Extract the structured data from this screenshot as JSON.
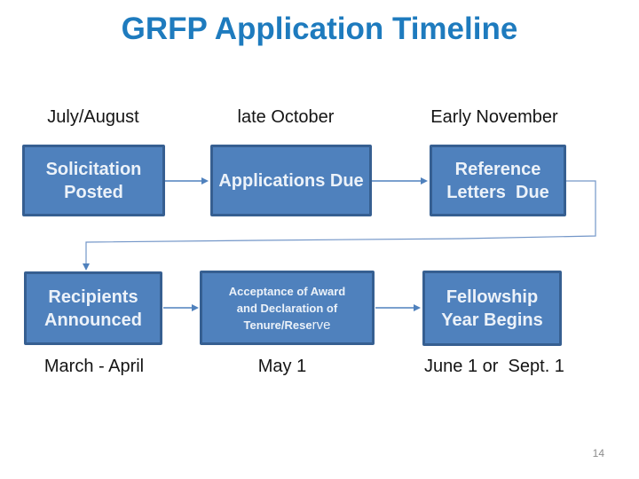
{
  "slide": {
    "title": "GRFP Application Timeline",
    "page_number": "14"
  },
  "colors": {
    "title_text": "#1E7BBE",
    "box_fill": "#4F81BD",
    "box_border": "#365F91",
    "box_text": "#ECF2F9",
    "label_text": "#141414",
    "connector_arrow": "#4F81BD",
    "connector_long": "#7396C8",
    "page_number_text": "#8C8C8C",
    "background": "#FFFFFF"
  },
  "timeline": {
    "top_labels": [
      {
        "text": "July/August"
      },
      {
        "text": "late October"
      },
      {
        "text": "Early November"
      }
    ],
    "boxes": {
      "solicitation": {
        "line1": "Solicitation",
        "line2": "Posted"
      },
      "applications": {
        "line1": "Applications Due"
      },
      "reference": {
        "line1": "Reference",
        "line2": "Letters  Due"
      },
      "recipients": {
        "line1": "Recipients",
        "line2": "Announced"
      },
      "acceptance": {
        "line1": "Acceptance of Award",
        "line2": "and Declaration of",
        "line3_part1": "Tenure/Rese",
        "line3_part2": "rve"
      },
      "fellowship": {
        "line1": "Fellowship",
        "line2": "Year Begins"
      }
    },
    "bottom_labels": [
      {
        "text": "March - April"
      },
      {
        "text": "May 1"
      },
      {
        "text": "June 1 or  Sept. 1"
      }
    ]
  }
}
